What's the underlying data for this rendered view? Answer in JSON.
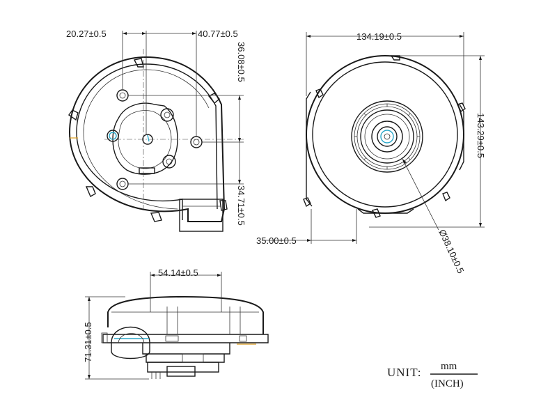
{
  "dimensions": {
    "top_left_offset": "20.27±0.5",
    "top_right_offset": "40.77±0.5",
    "vertical_top": "36.08±0.5",
    "vertical_bottom": "34.71±0.5",
    "width_overall": "134.19±0.5",
    "height_overall": "143.29±0.5",
    "outlet_offset": "35.00±0.5",
    "hub_diameter": "Ø38.10±0.5",
    "side_width": "54.14±0.5",
    "side_height": "71.31±0.5"
  },
  "unit": {
    "label": "UNIT:",
    "primary": "mm",
    "secondary": "(INCH)"
  },
  "colors": {
    "line": "#1a1a1a",
    "highlight_blue": "#2aa7c9",
    "highlight_orange": "#e0a020"
  }
}
